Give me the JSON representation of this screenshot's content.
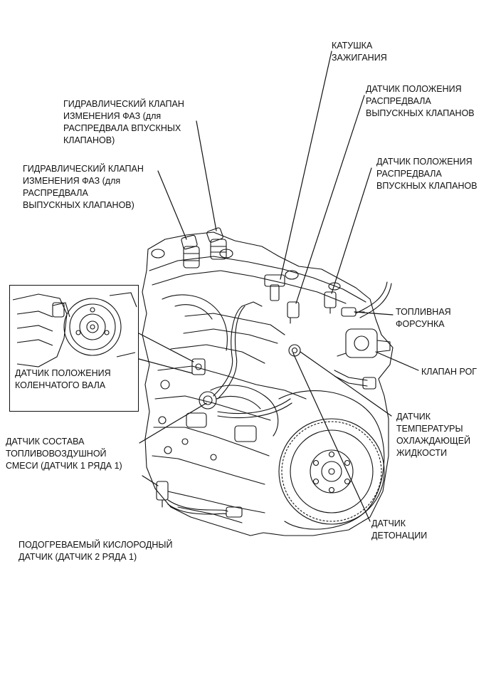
{
  "labels": {
    "ignition_coil": [
      "КАТУШКА",
      "ЗАЖИГАНИЯ"
    ],
    "exhaust_cam_sensor": [
      "ДАТЧИК ПОЛОЖЕНИЯ",
      "РАСПРЕДВАЛА",
      "ВЫПУСКНЫХ КЛАПАНОВ"
    ],
    "intake_ocv": [
      "ГИДРАВЛИЧЕСКИЙ КЛАПАН",
      "ИЗМЕНЕНИЯ ФАЗ (для",
      "РАСПРЕДВАЛА ВПУСКНЫХ",
      "КЛАПАНОВ)"
    ],
    "intake_cam_sensor": [
      "ДАТЧИК ПОЛОЖЕНИЯ",
      "РАСПРЕДВАЛА",
      "ВПУСКНЫХ КЛАПАНОВ"
    ],
    "exhaust_ocv": [
      "ГИДРАВЛИЧЕСКИЙ КЛАПАН",
      "ИЗМЕНЕНИЯ ФАЗ (для",
      "РАСПРЕДВАЛА",
      "ВЫПУСКНЫХ КЛАПАНОВ)"
    ],
    "fuel_injector": [
      "ТОПЛИВНАЯ",
      "ФОРСУНКА"
    ],
    "crank_sensor": [
      "ДАТЧИК ПОЛОЖЕНИЯ",
      "КОЛЕНЧАТОГО ВАЛА"
    ],
    "egr_valve": [
      "КЛАПАН РОГ"
    ],
    "coolant_temp_sensor": [
      "ДАТЧИК",
      "ТЕМПЕРАТУРЫ",
      "ОХЛАЖДАЮЩЕЙ",
      "ЖИДКОСТИ"
    ],
    "af_sensor": [
      "ДАТЧИК СОСТАВА",
      "ТОПЛИВОВОЗДУШНОЙ",
      "СМЕСИ (ДАТЧИК 1 РЯДА 1)"
    ],
    "knock_sensor": [
      "ДАТЧИК",
      "ДЕТОНАЦИИ"
    ],
    "heated_o2_sensor": [
      "ПОДОГРЕВАЕМЫЙ КИСЛОРОДНЫЙ",
      "ДАТЧИК (ДАТЧИК 2 РЯДА 1)"
    ]
  }
}
